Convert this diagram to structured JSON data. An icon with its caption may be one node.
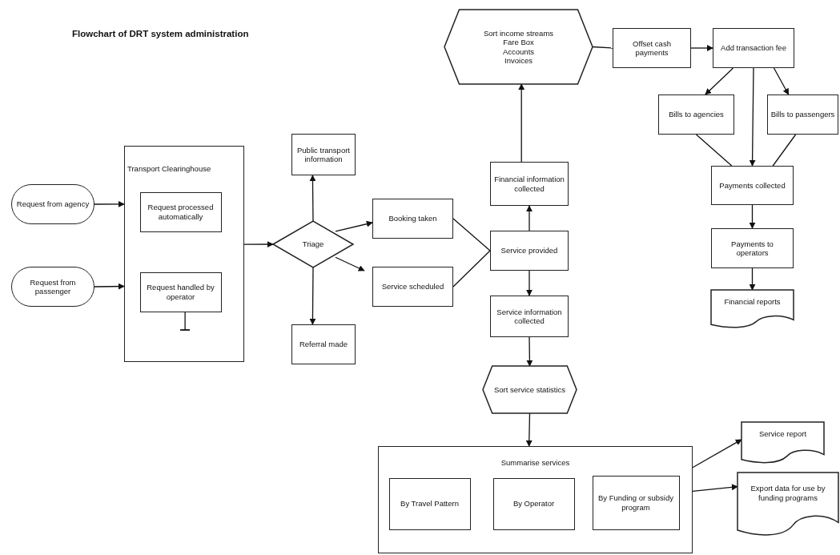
{
  "diagram": {
    "title": "Flowchart of DRT system administration",
    "nodes": [
      {
        "text": [
          "Request from agency"
        ]
      },
      {
        "text": [
          "Request from passenger"
        ]
      },
      {
        "text": [
          "Transport Clearinghouse"
        ]
      },
      {
        "text": [
          "Request processed automatically"
        ],
        "in": 2
      },
      {
        "text": [
          "Request handled by operator"
        ],
        "in": 2
      },
      {
        "text": [
          "Public transport information"
        ]
      },
      {
        "text": [
          "Triage"
        ]
      },
      {
        "text": [
          "Booking taken"
        ]
      },
      {
        "text": [
          "Service scheduled"
        ]
      },
      {
        "text": [
          "Referral made"
        ]
      },
      {
        "text": [
          "Financial information collected"
        ]
      },
      {
        "text": [
          "Service provided"
        ]
      },
      {
        "text": [
          "Service information collected"
        ]
      },
      {
        "text": [
          "Sort income streams",
          "Fare Box",
          "Accounts",
          "Invoices"
        ]
      },
      {
        "text": [
          "Offset cash payments"
        ]
      },
      {
        "text": [
          "Add transaction fee"
        ]
      },
      {
        "text": [
          "Bills to agencies"
        ]
      },
      {
        "text": [
          "Bills to passengers"
        ]
      },
      {
        "text": [
          "Payments collected"
        ]
      },
      {
        "text": [
          "Payments to operators"
        ]
      },
      {
        "text": [
          "Financial reports"
        ]
      },
      {
        "text": [
          "Sort service statistics"
        ]
      },
      {
        "text": [
          "Summarise services"
        ]
      },
      {
        "text": [
          "By Travel Pattern"
        ],
        "in": 22
      },
      {
        "text": [
          "By Operator"
        ],
        "in": 22
      },
      {
        "text": [
          "By Funding or subsidy program"
        ],
        "in": 22
      },
      {
        "text": [
          "Service report"
        ]
      },
      {
        "text": [
          "Export data for use by funding programs"
        ]
      }
    ],
    "edges": [
      {
        "from": 0,
        "to": 2,
        "arrow": "to"
      },
      {
        "from": 1,
        "to": 2,
        "arrow": "to"
      },
      {
        "from": 2,
        "to": 6,
        "arrow": "to"
      },
      {
        "from": 6,
        "to": 5,
        "arrow": "to"
      },
      {
        "from": 6,
        "to": 7,
        "arrow": "to"
      },
      {
        "from": 6,
        "to": 8,
        "arrow": "to"
      },
      {
        "from": 6,
        "to": 9,
        "arrow": "to"
      },
      {
        "from": 7,
        "to": 11,
        "arrow": "none"
      },
      {
        "from": 8,
        "to": 11,
        "arrow": "none"
      },
      {
        "from": 11,
        "to": 10,
        "arrow": "to"
      },
      {
        "from": 10,
        "to": 13,
        "arrow": "to"
      },
      {
        "from": 11,
        "to": 12,
        "arrow": "to"
      },
      {
        "from": 12,
        "to": 21,
        "arrow": "to"
      },
      {
        "from": 21,
        "to": 22,
        "arrow": "to"
      },
      {
        "from": 13,
        "to": 14,
        "arrow": "none"
      },
      {
        "from": 14,
        "to": 15,
        "arrow": "to"
      },
      {
        "from": 15,
        "to": 16,
        "arrow": "to"
      },
      {
        "from": 15,
        "to": 17,
        "arrow": "to"
      },
      {
        "from": 15,
        "to": 18,
        "arrow": "to"
      },
      {
        "from": 16,
        "to": 18,
        "arrow": "none"
      },
      {
        "from": 17,
        "to": 18,
        "arrow": "none"
      },
      {
        "from": 18,
        "to": 19,
        "arrow": "to"
      },
      {
        "from": 19,
        "to": 20,
        "arrow": "to"
      },
      {
        "from": 22,
        "to": 26,
        "arrow": "to"
      },
      {
        "from": 22,
        "to": 27,
        "arrow": "to"
      },
      {
        "from": 4,
        "to": null,
        "arrow": "other"
      }
    ]
  }
}
